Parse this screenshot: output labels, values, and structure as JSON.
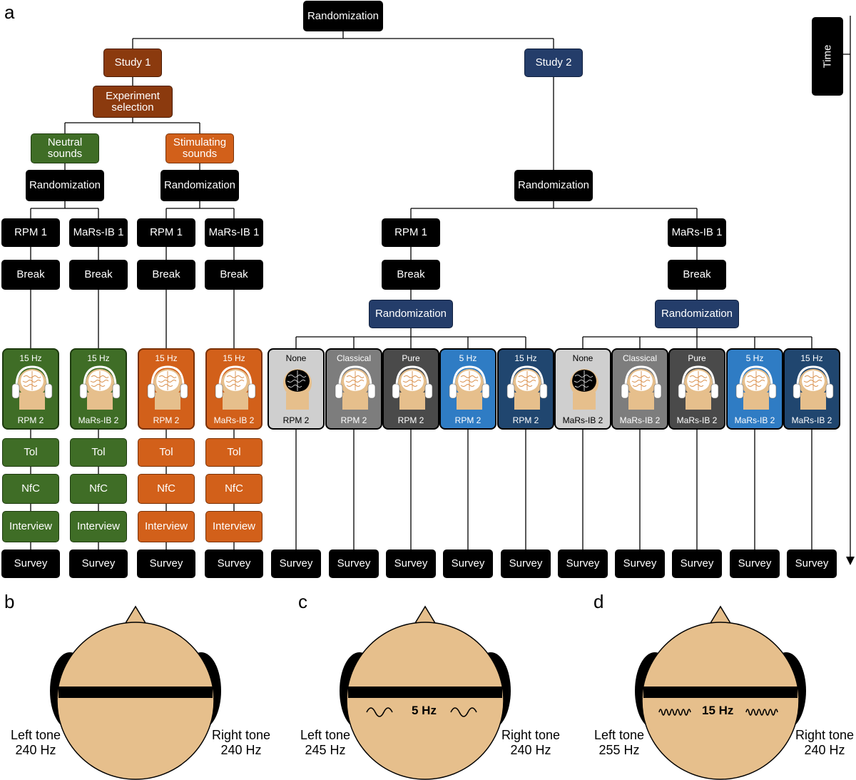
{
  "panels": {
    "a": "a",
    "b": "b",
    "c": "c",
    "d": "d"
  },
  "time_label": "Time",
  "top": {
    "randomization": "Randomization",
    "study1": "Study 1",
    "study2": "Study 2",
    "experiment_selection": "Experiment selection"
  },
  "study1": {
    "neutral": "Neutral sounds",
    "stimulating": "Stimulating sounds",
    "randomization": "Randomization",
    "tests": [
      "RPM 1",
      "MaRs-IB 1",
      "RPM 1",
      "MaRs-IB 1"
    ],
    "break_label": "Break",
    "cards": [
      {
        "top": "15 Hz",
        "bottom": "RPM 2"
      },
      {
        "top": "15 Hz",
        "bottom": "MaRs-IB 2"
      },
      {
        "top": "15 Hz",
        "bottom": "RPM 2"
      },
      {
        "top": "15 Hz",
        "bottom": "MaRs-IB 2"
      }
    ],
    "tol": "Tol",
    "nfc": "NfC",
    "interview": "Interview"
  },
  "study2": {
    "randomization": "Randomization",
    "rpm1": "RPM 1",
    "mars1": "MaRs-IB 1",
    "break_label": "Break",
    "randomization_sub": "Randomization",
    "cards": [
      {
        "top": "None",
        "bottom": "RPM 2"
      },
      {
        "top": "Classical",
        "bottom": "RPM 2"
      },
      {
        "top": "Pure",
        "bottom": "RPM 2"
      },
      {
        "top": "5 Hz",
        "bottom": "RPM 2"
      },
      {
        "top": "15 Hz",
        "bottom": "RPM 2"
      },
      {
        "top": "None",
        "bottom": "MaRs-IB 2"
      },
      {
        "top": "Classical",
        "bottom": "MaRs-IB 2"
      },
      {
        "top": "Pure",
        "bottom": "MaRs-IB 2"
      },
      {
        "top": "5 Hz",
        "bottom": "MaRs-IB 2"
      },
      {
        "top": "15 Hz",
        "bottom": "MaRs-IB 2"
      }
    ]
  },
  "survey": "Survey",
  "colors": {
    "rust": "#8b3a0e",
    "navy": "#243d6a",
    "green": "#3f6d26",
    "orange": "#d2601a",
    "none_card": "#cfcfcf",
    "classical_card": "#7d7d7d",
    "pure_card": "#4a4a4a",
    "hz5_card": "#2f7cc4",
    "hz15_card": "#20466f",
    "skin": "#e6bf8c"
  },
  "heads": [
    {
      "left_tone": "Left tone",
      "left_freq": "240 Hz",
      "right_tone": "Right tone",
      "right_freq": "240 Hz",
      "beat": ""
    },
    {
      "left_tone": "Left tone",
      "left_freq": "245 Hz",
      "right_tone": "Right tone",
      "right_freq": "240 Hz",
      "beat": "5 Hz"
    },
    {
      "left_tone": "Left tone",
      "left_freq": "255 Hz",
      "right_tone": "Right tone",
      "right_freq": "240 Hz",
      "beat": "15 Hz"
    }
  ]
}
